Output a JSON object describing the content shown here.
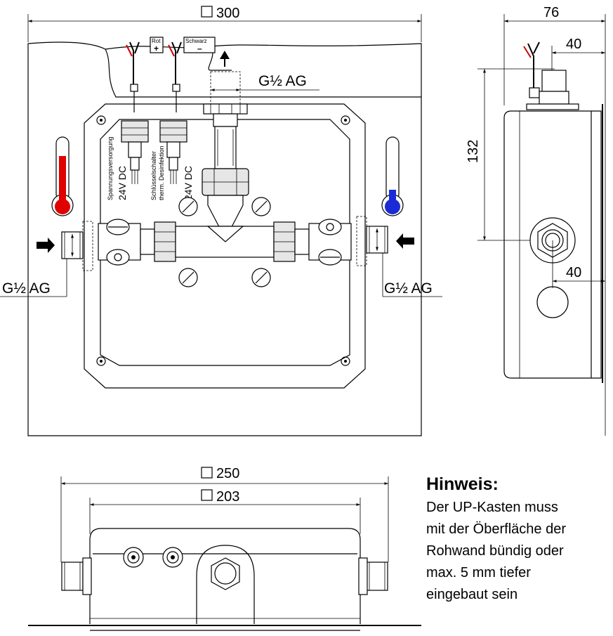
{
  "front_view": {
    "width_dim": "300",
    "square_symbol": "□",
    "thread_top": "G½ AG",
    "thread_left": "G½ AG",
    "thread_right": "G½ AG",
    "wire_red": "Rot",
    "wire_red_sign": "+",
    "wire_black": "Schwarz",
    "wire_black_sign": "–",
    "label_power_1": "Spannungsversorgung",
    "label_power_2": "24V DC",
    "label_switch_1": "Schlüsselschalter",
    "label_switch_2": "therm. Desinfektion",
    "label_switch_3": "24V DC",
    "thermometer_hot_color": "#e00000",
    "thermometer_cold_color": "#1a2bd6"
  },
  "side_view": {
    "depth_dim": "76",
    "offset_top_dim": "40",
    "height_dim": "132",
    "offset_bottom_dim": "40"
  },
  "bottom_view": {
    "outer_dim": "250",
    "inner_dim": "203"
  },
  "note": {
    "title": "Hinweis:",
    "lines": [
      "Der UP-Kasten muss",
      "mit der Öberfläche der",
      "Rohwand bündig oder",
      "max. 5 mm tiefer",
      "eingebaut sein"
    ]
  }
}
